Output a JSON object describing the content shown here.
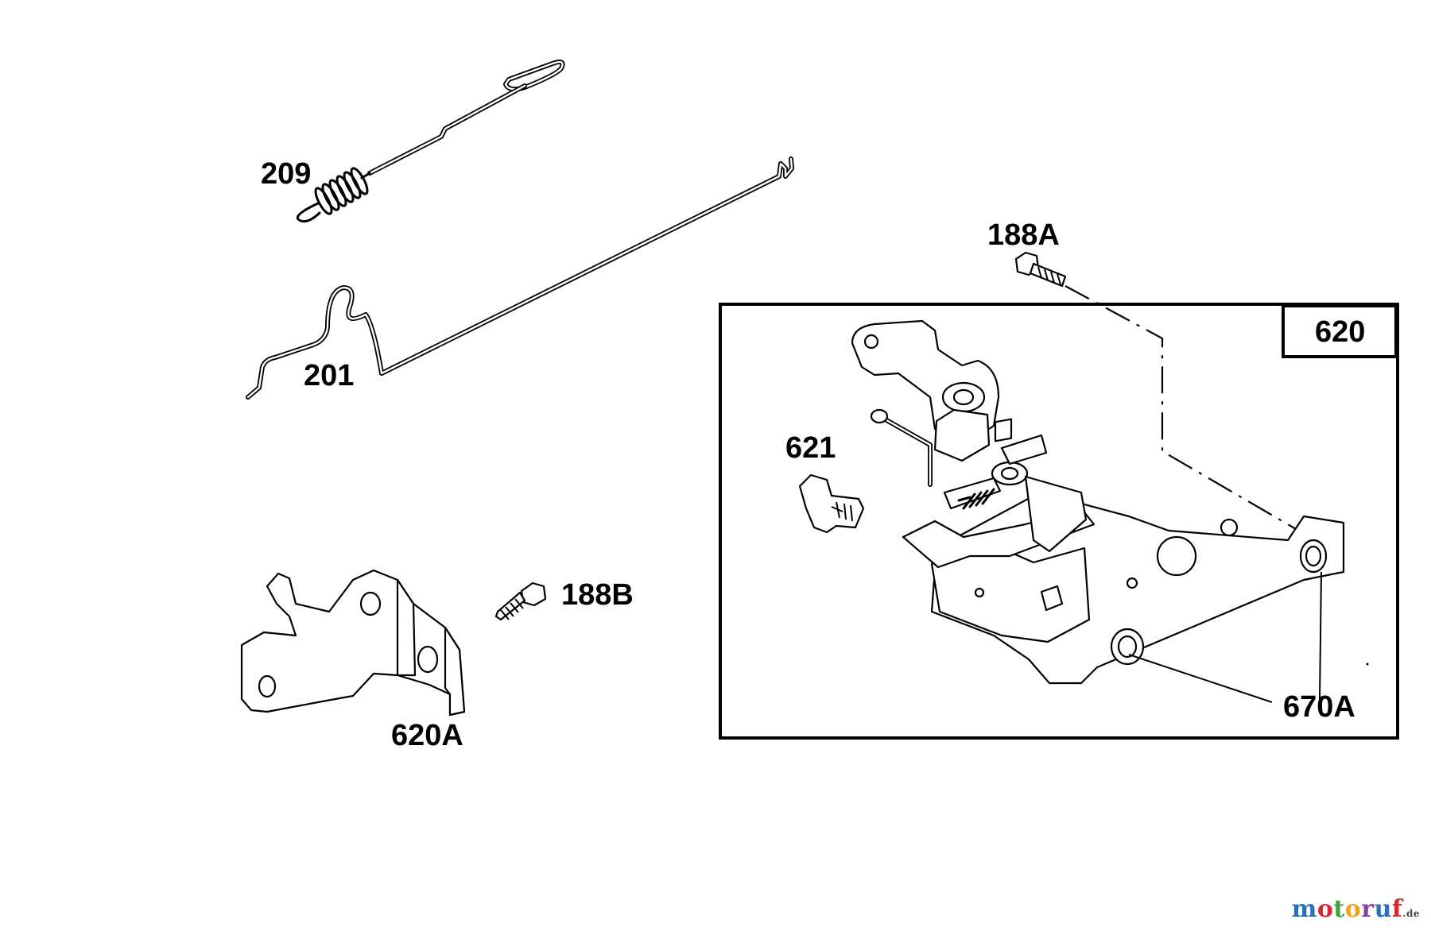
{
  "labels": {
    "p209": "209",
    "p201": "201",
    "p188A": "188A",
    "p620": "620",
    "p621": "621",
    "p188B": "188B",
    "p620A": "620A",
    "p670A": "670A"
  },
  "watermark": {
    "letters": [
      "m",
      "o",
      "t",
      "o",
      "r",
      "u",
      "f"
    ],
    "colors": [
      "#2a6fb8",
      "#d9262c",
      "#3aa33a",
      "#f1a21a",
      "#8c3fa0",
      "#2a6fb8",
      "#d9262c"
    ],
    "suffix": ".de"
  },
  "colors": {
    "ink": "#000000",
    "paper": "#ffffff"
  }
}
